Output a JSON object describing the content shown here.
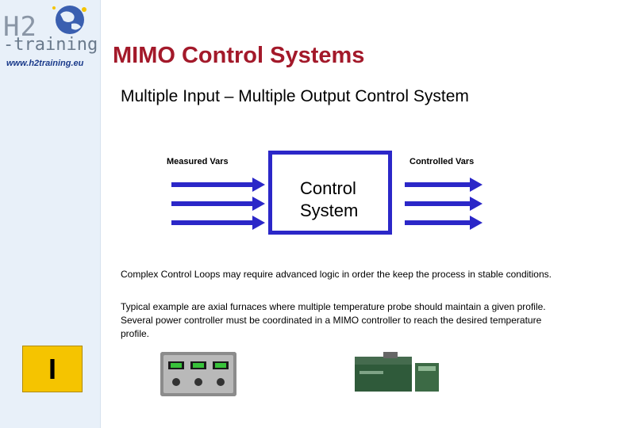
{
  "logo": {
    "brand_h2": "H2",
    "brand_training": "-training",
    "url": "www.h2training.eu"
  },
  "slide": {
    "title": "MIMO Control Systems",
    "subtitle": "Multiple Input – Multiple Output Control System",
    "diagram": {
      "input_label": "Measured Vars",
      "output_label": "Controlled Vars",
      "box_line1": "Control",
      "box_line2": "System",
      "arrow_color": "#2b27c8"
    },
    "paragraph1": "Complex Control Loops may require advanced logic in order the keep the process in stable conditions.",
    "paragraph2": "Typical example are axial furnaces where multiple temperature probe should maintain a given profile. Several power controller must be coordinated in a MIMO controller to reach the desired temperature profile.",
    "tile_label": "I"
  },
  "colors": {
    "title": "#a3192a",
    "sidebar": "#e8f0f9",
    "tile": "#f5c400"
  }
}
